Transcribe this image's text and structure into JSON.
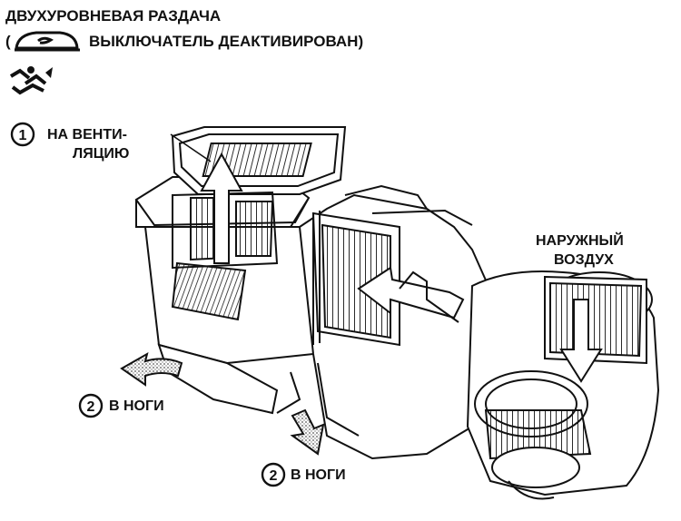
{
  "colors": {
    "ink": "#111111",
    "paper": "#ffffff",
    "shade": "#cfcfcf"
  },
  "header": {
    "title": "ДВУХУРОВНЕВАЯ РАЗДАЧА",
    "paren_open": "(",
    "switch_note": "ВЫКЛЮЧАТЕЛЬ ДЕАКТИВИРОВАН)",
    "mode_icon": "bilevel-mode-icon",
    "switch_icon": "recirculation-switch-icon"
  },
  "labels": {
    "vent_number": "1",
    "vent_line1": "НА ВЕНТИ-",
    "vent_line2": "ЛЯЦИЮ",
    "outside_line1": "НАРУЖНЫЙ",
    "outside_line2": "ВОЗДУХ",
    "feet_number_a": "2",
    "feet_text_a": "В НОГИ",
    "feet_number_b": "2",
    "feet_text_b": "В НОГИ"
  }
}
